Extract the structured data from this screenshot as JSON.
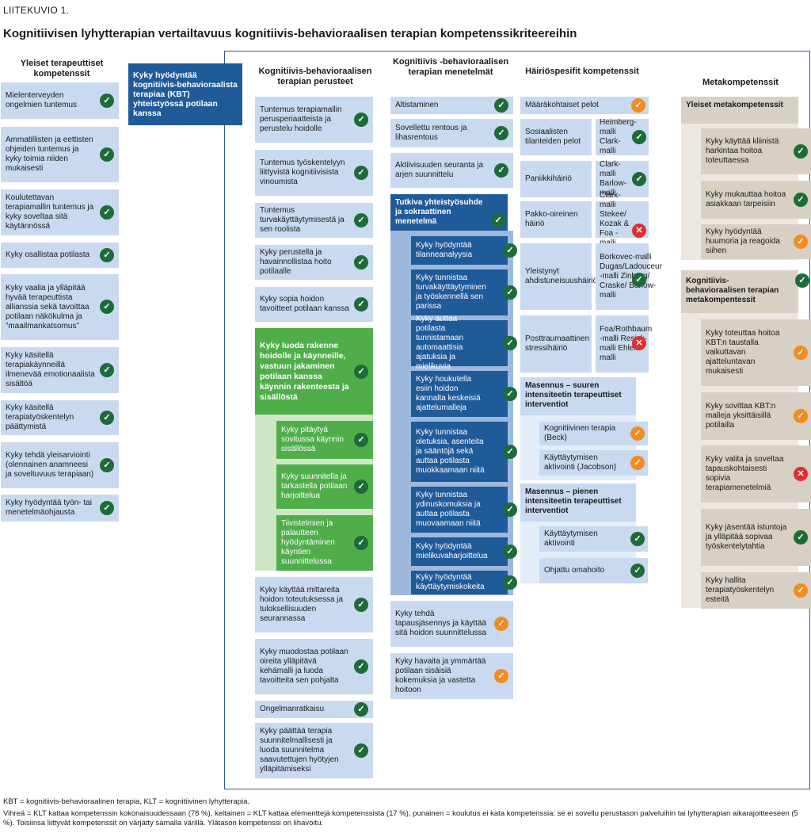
{
  "figure_label": "LIITEKUVIO 1.",
  "title": "Kognitiivisen lyhytterapian vertailtavuus kognitiivis-behavioraalisen terapian kompetenssikriteereihin",
  "colors": {
    "dark_blue": "#1f5a99",
    "light_blue": "#c9daf0",
    "green": "#4fae4a",
    "tan": "#d7d0c4",
    "check": "#1e6b3a",
    "partial": "#f28c1e",
    "none": "#e03030"
  },
  "icons": {
    "check": "✓",
    "cross": "✕"
  },
  "headers": {
    "general": "Yleiset terapeuttiset kompetenssit",
    "basics": "Kognitiivis-behavioraalisen terapian perusteet",
    "methods": "Kognitiivis -behavioraalisen terapian menetelmät",
    "specific": "Häiriöspesifit kompetenssit",
    "meta": "Metakompetenssit"
  },
  "central_box": "Kyky hyödyntää kognitiivis-behavioraalista terapiaa (KBT) yhteistyössä potilaan kanssa",
  "general": [
    "Mielenterveyden ongelmien tuntemus",
    "Ammatillisten ja eettisten ohjeiden tuntemus ja kyky toimia niiden mukaisesti",
    "Koulutettavan terapiamallin tuntemus ja kyky soveltaa sitä käytännössä",
    "Kyky osallistaa potilasta",
    "Kyky vaalia ja ylläpitää hyvää terapeuttista allianssia sekä tavoittaa potilaan näkökulma ja ”maailmankatsomus”",
    "Kyky käsitellä terapiakäynneillä ilmenevää emotionaalista sisältöä",
    "Kyky käsitellä terapiatyöskentelyn päättymistä",
    "Kyky tehdä yleisarviointi (olennainen anamneesi ja soveltuvuus terapiaan)",
    "Kyky hyödyntää työn- tai menetelmäohjausta"
  ],
  "basics": [
    "Tuntemus terapiamallin perusperiaatteista ja perustelu hoidolle",
    "Tuntemus työskentelyyn liittyvistä kognitiivisista vinoumista",
    "Tuntemus turvakäyttäytymisestä ja sen roolista",
    "Kyky perustella ja havainnollistaa hoito potilaalle",
    "Kyky sopia hoidon tavoitteet potilaan kanssa"
  ],
  "structure_head": "Kyky luoda rakenne hoidolle ja käynneille, vastuun jakaminen potilaan kanssa käynnin rakenteesta ja sisällöstä",
  "structure_items": [
    "Kyky pitäytyä sovitussa käynnin sisällössä",
    "Kyky suunnitella ja tarkastella potilaan harjoittelua",
    "Tiivistelmien ja palautteen hyödyntäminen käyntien suunnittelussa"
  ],
  "basics_lower": [
    "Kyky käyttää mittareita hoidon toteutuksessa ja tuloksellisuuden seurannassa",
    "Kyky muodostaa potilaan oireita ylläpitävä kehämalli ja luoda tavoitteita sen pohjalta",
    "Ongelmanratkaisu",
    "Kyky päättää terapia suunnitelmallisesti ja luoda suunnitelma saavutettujen hyötyjen ylläpitämiseksi"
  ],
  "methods": [
    "Altistaminen",
    "Sovellettu rentous ja lihasrentous",
    "Aktiivisuuden seuranta ja arjen suunnittelu"
  ],
  "socratic_head": "Tutkiva yhteistyösuhde ja sokraattinen menetelmä",
  "socratic_items": [
    "Kyky hyödyntää tilanneanalyysia",
    "Kyky tunnistaa turvakäyttäytyminen ja työskennellä sen parissa",
    "Kyky auttaa potilasta tunnistamaan automaattisia ajatuksia ja mielikuvia",
    "Kyky houkutella esiin hoidon kannalta keskeisiä ajattelumalleja",
    "Kyky tunnistaa oletuksia, asenteita ja sääntöjä sekä auttaa potilasta muokkaamaan niitä",
    "Kyky tunnistaa ydinuskomuksia ja auttaa potilasta muovaamaan niitä",
    "Kyky hyödyntää mielikuvaharjoittelua",
    "Kyky hyödyntää käyttäytymiskokeita"
  ],
  "methods_lower": [
    "Kyky tehdä tapausjäsennys ja käyttää sitä hoidon suunnittelussa",
    "Kyky havaita ja ymmärtää potilaan sisäisiä kokemuksia ja vastetta hoitoon"
  ],
  "specific_top": "Määräkohtaiset pelot",
  "disorders": [
    {
      "name": "Sosiaalisten tilanteiden pelot",
      "model": "Heimberg-malli Clark-malli"
    },
    {
      "name": "Paniikkihäiriö",
      "model": "Clark-malli Barlow-malli"
    },
    {
      "name": "Pakko-oireinen häiriö",
      "model": "Clark-malli Stekee/ Kozak & Foa -malli"
    },
    {
      "name": "Yleistynyt ahdistuneisuushäiriö",
      "model": "Borkovec-malli Dugas/Ladouceur -malli Zinbarg/ Craske/ Barlow-malli"
    },
    {
      "name": "Posttraumaattinen stressihäiriö",
      "model": "Foa/Rothbaum -malli Resick-malli Ehlers-malli"
    }
  ],
  "dep_high_head": "Masennus – suuren intensiteetin terapeuttiset interventiot",
  "dep_high": [
    "Kognitiivinen terapia (Beck)",
    "Käyttäytymisen aktivointi (Jacobson)"
  ],
  "dep_low_head": "Masennus – pienen intensiteetin terapeuttiset interventiot",
  "dep_low": [
    "Käyttäytymisen aktivointi",
    "Ohjattu omahoito"
  ],
  "meta_general_head": "Yleiset metakompetenssit",
  "meta_general": [
    "Kyky käyttää kliinistä harkintaa hoitoa toteuttaessa",
    "Kyky mukauttaa hoitoa asiakkaan tarpeisiin",
    "Kyky hyödyntää huumoria ja reagoida siihen"
  ],
  "meta_cbt_head": "Kognitiivis-behavioraalisen terapian metakompentessit",
  "meta_cbt": [
    "Kyky toteuttaa hoitoa KBT:n taustalla vaikuttavan ajatteluntavan mukaisesti",
    "Kyky sovittaa KBT:n malleja yksittäisillä potilailla",
    "Kyky valita ja soveltaa tapauskohtaisesti sopivia terapiamenetelmiä",
    "Kyky jäsentää istuntoja ja ylläpitää sopivaa työskentelytahtia",
    "Kyky hallita terapiatyöskentelyn esteitä"
  ],
  "footnote_1": "KBT = kognitiivis-behavioraalinen terapia, KLT = kognitiivinen lyhytterapia.",
  "footnote_2": "Vihreä = KLT kattaa kompetenssin kokonaisuudessaan (78 %), keltainen = KLT kattaa elementtejä kompetenssista (17 %), punainen = koulutus ei kata kompetenssia: se ei sovellu perustason palveluihin tai lyhytterapian aikarajoitteeseen (5 %). Toisiinsa liittyvät kompetenssit on värjätty samalla värillä. Ylätason kompetenssi on lihavoitu."
}
